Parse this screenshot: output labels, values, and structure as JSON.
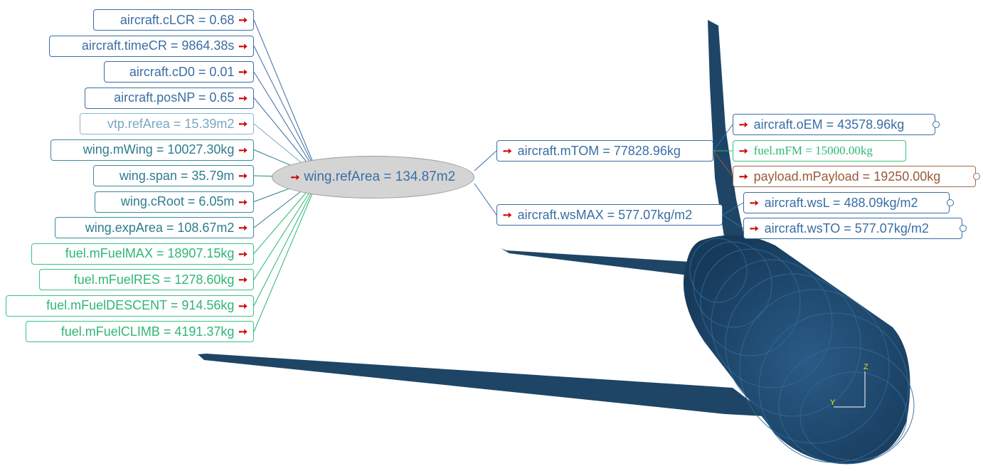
{
  "center_node": {
    "label": "wing.refArea = 134.87m2"
  },
  "left_nodes": [
    {
      "label": "aircraft.cLCR = 0.68",
      "tone": "dark"
    },
    {
      "label": "aircraft.timeCR = 9864.38s",
      "tone": "dark"
    },
    {
      "label": "aircraft.cD0 = 0.01",
      "tone": "dark"
    },
    {
      "label": "aircraft.posNP = 0.65",
      "tone": "dark"
    },
    {
      "label": "vtp.refArea = 15.39m2",
      "tone": "light"
    },
    {
      "label": "wing.mWing = 10027.30kg",
      "tone": "teal"
    },
    {
      "label": "wing.span = 35.79m",
      "tone": "teal"
    },
    {
      "label": "wing.cRoot = 6.05m",
      "tone": "teal"
    },
    {
      "label": "wing.expArea = 108.67m2",
      "tone": "teal"
    },
    {
      "label": "fuel.mFuelMAX = 18907.15kg",
      "tone": "green"
    },
    {
      "label": "fuel.mFuelRES = 1278.60kg",
      "tone": "green"
    },
    {
      "label": "fuel.mFuelDESCENT = 914.56kg",
      "tone": "green"
    },
    {
      "label": "fuel.mFuelCLIMB = 4191.37kg",
      "tone": "green"
    }
  ],
  "middle_nodes": {
    "mtom": {
      "label": "aircraft.mTOM = 77828.96kg"
    },
    "wsmax": {
      "label": "aircraft.wsMAX = 577.07kg/m2"
    }
  },
  "right_nodes": {
    "oem": {
      "label": "aircraft.oEM = 43578.96kg"
    },
    "mfm": {
      "label": "fuel.mFM = 15000.00kg"
    },
    "payload": {
      "label": "payload.mPayload = 19250.00kg"
    },
    "wsl": {
      "label": "aircraft.wsL = 488.09kg/m2"
    },
    "wsto": {
      "label": "aircraft.wsTO = 577.07kg/m2"
    }
  },
  "axis_triad": {
    "y_label": "Y",
    "z_label": "Z"
  },
  "colors": {
    "dark": "#3a6ea5",
    "light": "#7aa7c4",
    "teal": "#2f7d8f",
    "green": "#2eb774",
    "brown": "#9a5a3a",
    "aircraft": "#1e4565"
  }
}
